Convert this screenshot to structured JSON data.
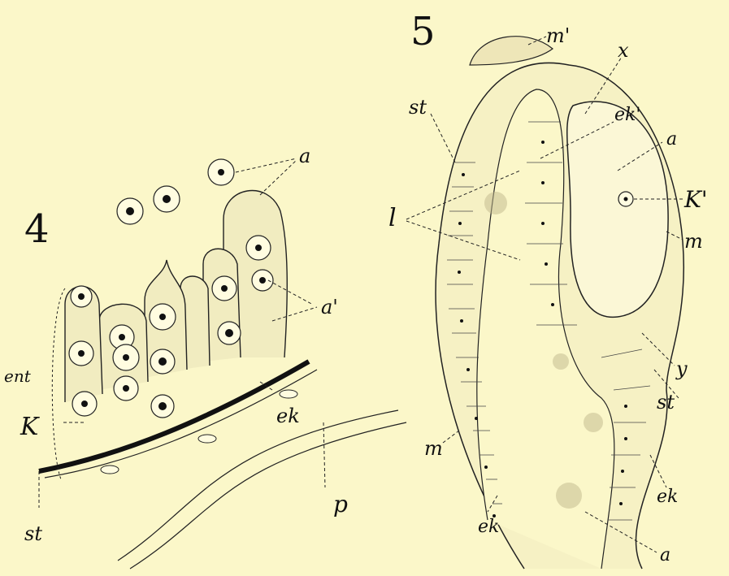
{
  "figures": [
    {
      "number": "4",
      "labels": {
        "a": "a",
        "a_prime": "a'",
        "ent": "ent",
        "K": "K",
        "ek": "ek",
        "st": "st",
        "p": "p"
      }
    },
    {
      "number": "5",
      "labels": {
        "m_prime": "m'",
        "x": "x",
        "st_top": "st",
        "ek_prime": "ek'",
        "a_top": "a",
        "l": "l",
        "K_prime": "K'",
        "m_right": "m",
        "y": "y",
        "st_right": "st",
        "m_left": "m",
        "ek_right": "ek",
        "ek_left": "ek",
        "a_bottom": "a"
      }
    }
  ],
  "colors": {
    "paper": "#fbf7c9",
    "ink": "#111111"
  }
}
